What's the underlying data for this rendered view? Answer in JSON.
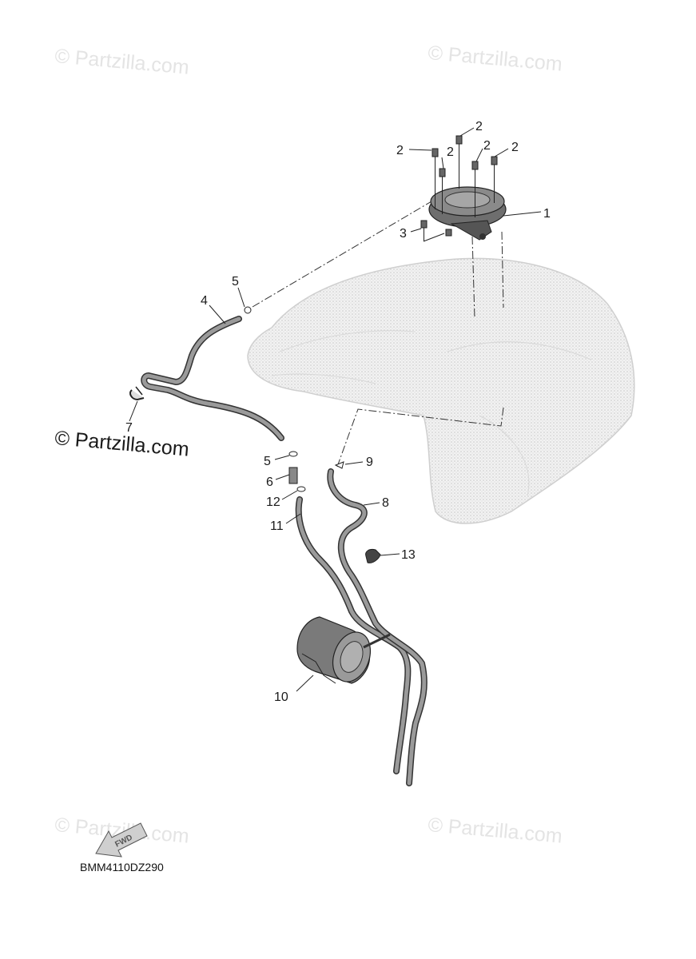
{
  "watermark": {
    "text": "© Partzilla.com",
    "primary_color": "#1a1a1a",
    "faint_color": "#e4e4e4"
  },
  "diagram_code": "BMM4110DZ290",
  "fwd_label": "FWD",
  "callouts": {
    "c1": "1",
    "c2a": "2",
    "c2b": "2",
    "c2c": "2",
    "c2d": "2",
    "c2e": "2",
    "c3": "3",
    "c4": "4",
    "c5a": "5",
    "c5b": "5",
    "c6": "6",
    "c7": "7",
    "c8": "8",
    "c9": "9",
    "c10": "10",
    "c11": "11",
    "c12": "12",
    "c13": "13"
  },
  "parts": [
    {
      "ref": "1",
      "shape": "pump-flange"
    },
    {
      "ref": "2",
      "shape": "bolt"
    },
    {
      "ref": "3",
      "shape": "bolt"
    },
    {
      "ref": "4",
      "shape": "hose"
    },
    {
      "ref": "5",
      "shape": "clip"
    },
    {
      "ref": "6",
      "shape": "joint"
    },
    {
      "ref": "7",
      "shape": "clamp"
    },
    {
      "ref": "8",
      "shape": "hose"
    },
    {
      "ref": "9",
      "shape": "clip"
    },
    {
      "ref": "10",
      "shape": "canister"
    },
    {
      "ref": "11",
      "shape": "hose"
    },
    {
      "ref": "12",
      "shape": "clip"
    },
    {
      "ref": "13",
      "shape": "clamp"
    }
  ]
}
